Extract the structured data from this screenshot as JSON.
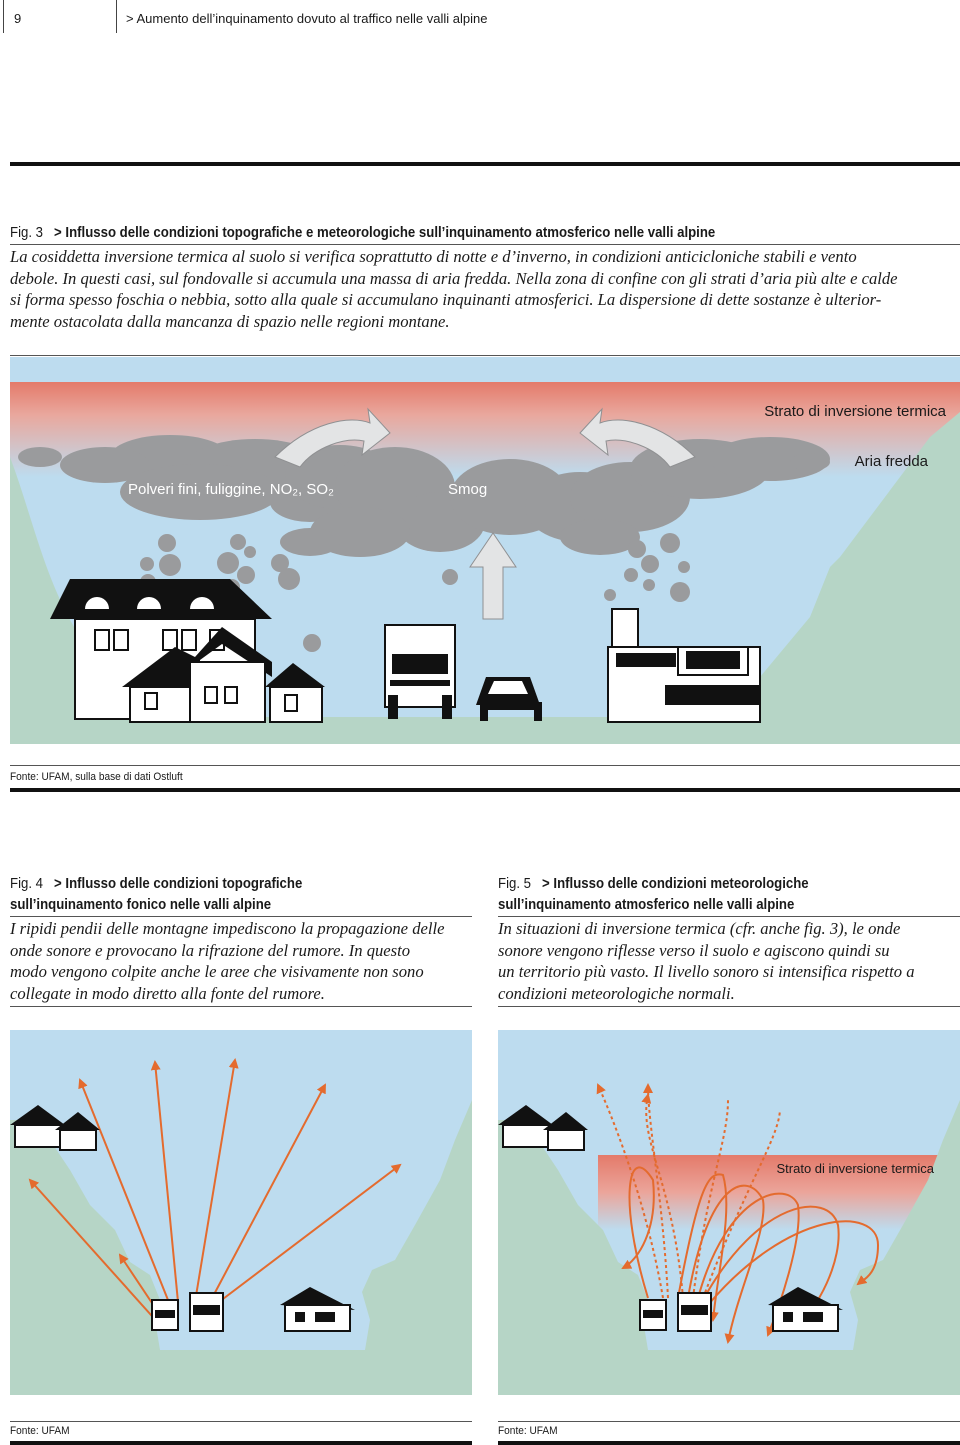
{
  "header": {
    "page_number": "9",
    "running_title": "> Aumento dell’inquinamento dovuto al traffico nelle valli alpine"
  },
  "fig3": {
    "number": "Fig. 3",
    "title": "> Influsso delle condizioni topografiche e meteorologiche sull’inquinamento atmosferico nelle valli alpine",
    "description_lines": [
      "La cosiddetta inversione termica al suolo si verifica soprattutto di notte e d’inverno, in condizioni anticicloniche stabili e vento",
      "debole. In questi casi, sul fondovalle si accumula una massa di aria fredda. Nella zona di confine con gli strati d’aria più alte e calde",
      "si forma spesso foschia o nebbia, sotto alla quale si accumulano inquinanti atmosferici. La dispersione di dette sostanze è ulterior-",
      "mente ostacolata dalla mancanza di spazio nelle regioni montane."
    ],
    "labels": {
      "inversion_layer": "Strato di inversione termica",
      "cold_air": "Aria fredda",
      "pollutants": "Polveri fini, fuliggine, NO₂, SO₂",
      "smog": "Smog"
    },
    "source": "Fonte: UFAM, sulla base di dati Ostluft"
  },
  "fig4": {
    "number": "Fig. 4",
    "title_lines": [
      "> Influsso delle condizioni topografiche",
      "sull’inquinamento fonico nelle valli alpine"
    ],
    "description_lines": [
      "I ripidi pendii delle montagne impediscono la propagazione delle",
      "onde sonore e provocano la rifrazione del rumore. In questo",
      "modo vengono colpite anche le aree che visivamente non sono",
      "collegate in modo diretto alla fonte del rumore."
    ],
    "source": "Fonte: UFAM"
  },
  "fig5": {
    "number": "Fig. 5",
    "title_lines": [
      "> Influsso delle condizioni meteorologiche",
      "sull’inquinamento atmosferico nelle valli alpine"
    ],
    "description_lines": [
      "In situazioni di inversione termica (cfr. anche fig. 3), le onde",
      "sonore vengono riflesse verso il suolo e agiscono quindi su",
      "un territorio più vasto. Il livello sonoro si intensifica rispetto a",
      "condizioni meteorologiche normali."
    ],
    "inversion_label": "Strato di inversione termica",
    "source": "Fonte: UFAM"
  },
  "colors": {
    "sky": "#bddcef",
    "inversion": "#e47a6a",
    "slope": "#b6d5c6",
    "smoke": "#9a9b9d",
    "arrow": "#e46b2e"
  }
}
